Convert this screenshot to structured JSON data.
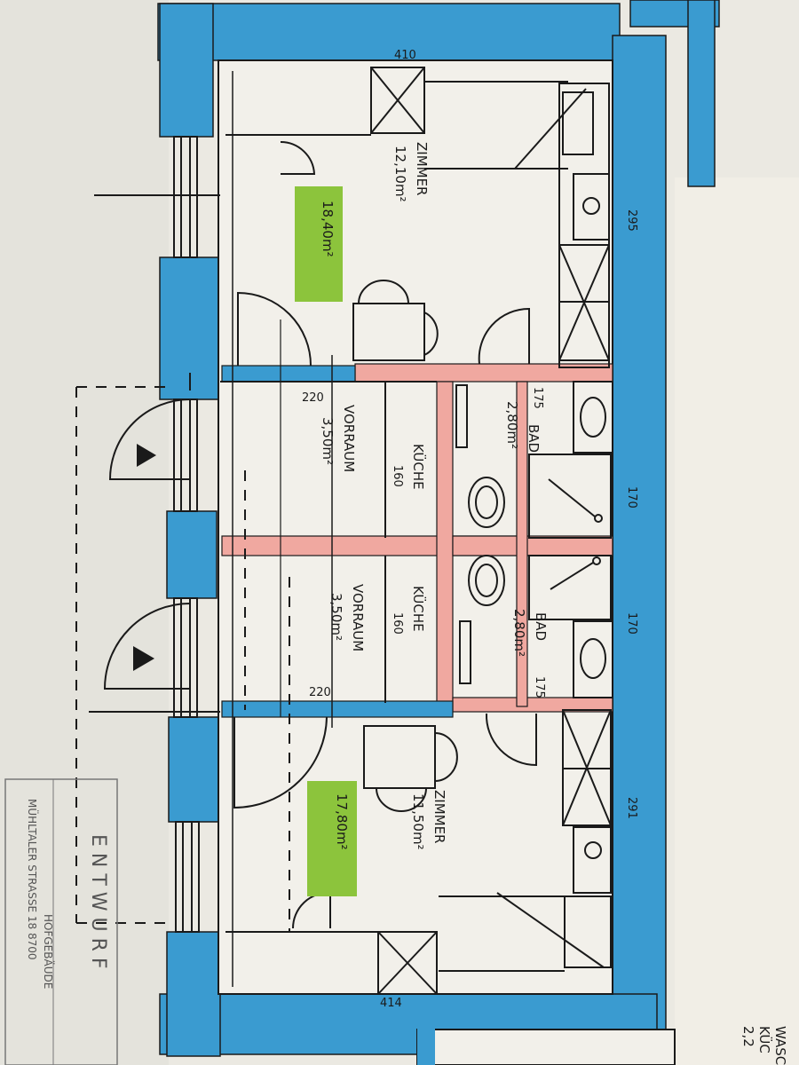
{
  "colors": {
    "paper": "#ebe9e2",
    "wall": "#3a9bd0",
    "wall_dark": "#2e86bd",
    "partition": "#f0a8a0",
    "area_mark": "#8cc43c",
    "ink": "#1a1a1a"
  },
  "dimensions": {
    "top_width": "410",
    "bottom_width": "414",
    "right_upper": "295",
    "right_lower": "291",
    "bath_upper_a": "175",
    "bath_upper_b": "170",
    "bath_lower_a": "170",
    "bath_lower_b": "175",
    "vorraum_upper": "220",
    "vorraum_lower": "220",
    "kueche_upper": "160",
    "kueche_lower": "160"
  },
  "rooms": {
    "zimmer_upper": {
      "name": "ZIMMER",
      "area": "12,10m²"
    },
    "zimmer_upper_total": "18,40m²",
    "vorraum_upper": {
      "name": "VORRAUM",
      "area": "3,50m²"
    },
    "kueche_upper": {
      "name": "KÜCHE"
    },
    "bad_upper": {
      "name": "BAD",
      "area": "2,80m²"
    },
    "bad_lower": {
      "name": "BAD",
      "area": "2,80m²"
    },
    "vorraum_lower": {
      "name": "VORRAUM",
      "area": "3,50m²"
    },
    "kueche_lower": {
      "name": "KÜCHE"
    },
    "zimmer_lower": {
      "name": "ZIMMER",
      "area": "11,50m²"
    },
    "zimmer_lower_total": "17,80m²",
    "partial_right": {
      "line1": "WASC",
      "line2": "KÜC",
      "line3": "2,2"
    }
  },
  "stamp": {
    "title": "E N T W U R F",
    "line1": "HOFGEBÄUDE",
    "line2": "MÜHLTALER STRASSE 18 8700"
  }
}
